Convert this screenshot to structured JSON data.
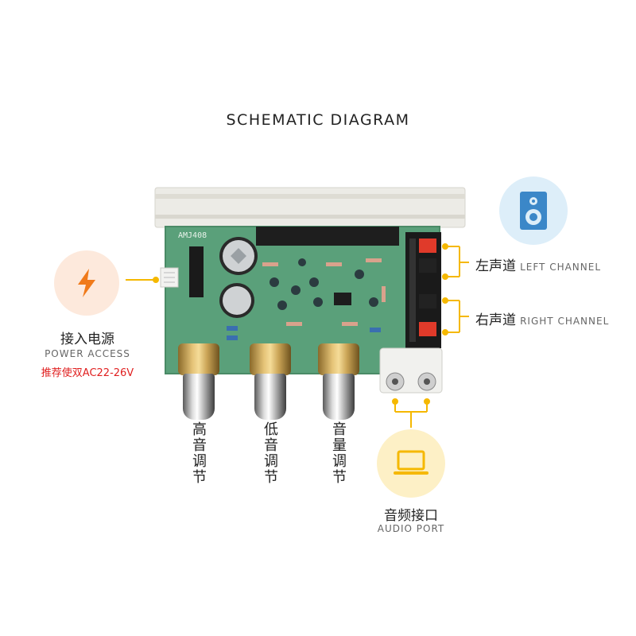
{
  "title": "SCHEMATIC DIAGRAM",
  "power": {
    "cn": "接入电源",
    "en": "POWER ACCESS",
    "note": "推荐使双AC22-26V",
    "icon": "lightning-icon"
  },
  "left_channel": {
    "cn": "左声道",
    "en": "LEFT CHANNEL"
  },
  "right_channel": {
    "cn": "右声道",
    "en": "RIGHT CHANNEL"
  },
  "speaker_icon": "speaker-icon",
  "audio_port": {
    "cn": "音频接口",
    "en": "AUDIO PORT",
    "icon": "laptop-icon"
  },
  "knobs": [
    {
      "label": "高音调节"
    },
    {
      "label": "低音调节"
    },
    {
      "label": "音量调节"
    }
  ],
  "board": {
    "chip_label": "AMJ408"
  },
  "colors": {
    "accent": "#f5b800",
    "power_icon": "#f07a1a",
    "speaker_icon": "#3b87c8",
    "note_red": "#e02020"
  }
}
